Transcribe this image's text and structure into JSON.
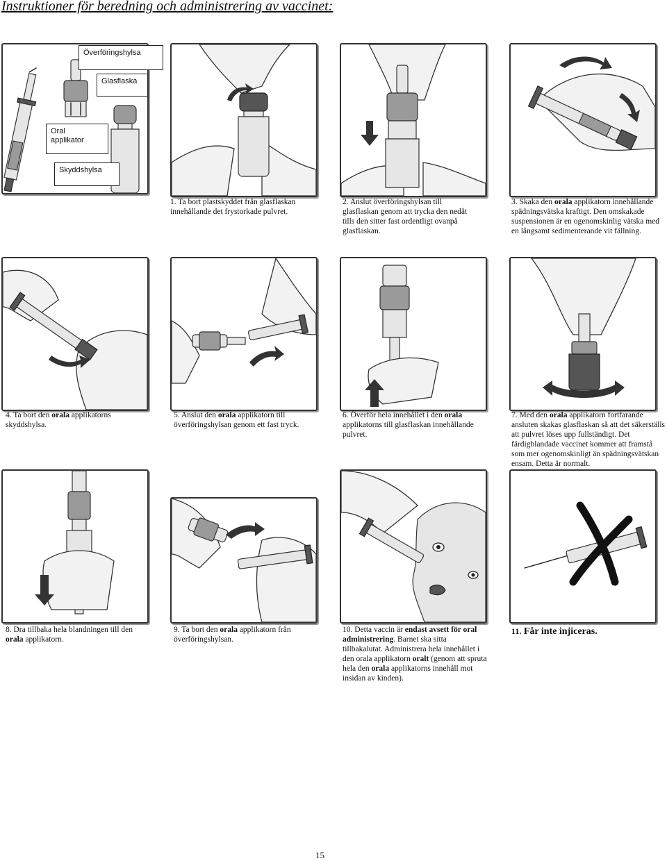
{
  "page": {
    "title": "Instruktioner för beredning och administrering av vaccinet:",
    "page_number": "15"
  },
  "diagram_labels": {
    "transfer_sleeve": "Överföringshylsa",
    "vial": "Glasflaska",
    "oral_applicator_line1": "Oral",
    "oral_applicator_line2": "applikator",
    "protective_sleeve": "Skyddshylsa"
  },
  "steps": [
    {
      "id": 1,
      "num": "1.",
      "pre": "Ta bort plastskyddet från glasflaskan innehållande det frystorkade pulvret."
    },
    {
      "id": 2,
      "num": "2.",
      "pre": "Anslut överföringshylsan till glasflaskan genom att trycka den nedåt tills den sitter fast ordentligt ovanpå glasflaskan."
    },
    {
      "id": 3,
      "num": "3.",
      "pre": "Skaka den",
      "bold": "orala",
      "post": "applikatorn innehållande spädningsvätska kraftigt. Den omskakade suspensionen är en ogenomskinlig vätska med en långsamt sedimenterande vit fällning."
    },
    {
      "id": 4,
      "num": "4.",
      "pre": "Ta bort den",
      "bold": "orala",
      "post": "applikatorns skyddshylsa."
    },
    {
      "id": 5,
      "num": "5.",
      "pre": "Anslut den",
      "bold": "orala",
      "post": "applikatorn till överföringshylsan genom ett fast tryck."
    },
    {
      "id": 6,
      "num": "6.",
      "pre": "Överför hela innehållet i den",
      "bold": "orala",
      "post": "applikatorns till glasflaskan innehållande pulvret."
    },
    {
      "id": 7,
      "num": "7.",
      "pre": "Med den",
      "bold": "orala",
      "post": "applikatorn fortfarande ansluten skakas glasflaskan så att det säkerställs att pulvret löses upp fullständigt. Det färdigblandade vaccinet kommer att framstå som mer ogenomskinligt än spädningsvätskan ensam. Detta är normalt."
    },
    {
      "id": 8,
      "num": "8.",
      "pre": "Dra tillbaka hela blandningen till den",
      "bold": "orala",
      "post": "applikatorn."
    },
    {
      "id": 9,
      "num": "9.",
      "pre": "Ta bort den",
      "bold": "orala",
      "post": "applikatorn från överföringshylsan."
    },
    {
      "id": 10,
      "num": "10.",
      "pre": "Detta vaccin är",
      "bold": "endast avsett för oral administrering",
      "post": ". Barnet ska sitta tillbakalutat. Administrera hela innehållet i den orala applikatorn",
      "bold2": "oralt",
      "post2": "(genom att spruta hela den",
      "bold3": "orala",
      "post3": "applikatorns innehåll mot insidan av kinden)."
    },
    {
      "id": 11,
      "num": "11.",
      "bold": "Får inte injiceras."
    }
  ]
}
